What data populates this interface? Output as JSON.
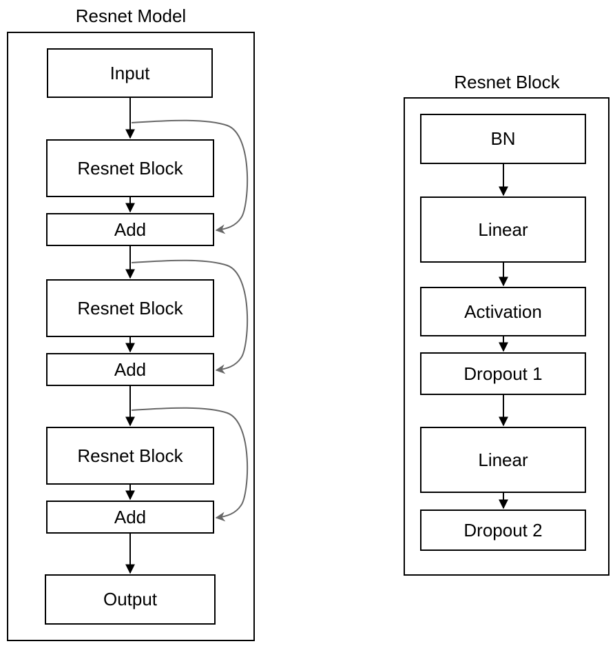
{
  "model": {
    "title": "Resnet Model",
    "nodes": {
      "input": "Input",
      "block1": "Resnet Block",
      "add1": "Add",
      "block2": "Resnet Block",
      "add2": "Add",
      "block3": "Resnet Block",
      "add3": "Add",
      "output": "Output"
    }
  },
  "block": {
    "title": "Resnet Block",
    "nodes": {
      "bn": "BN",
      "linear1": "Linear",
      "activation": "Activation",
      "dropout1": "Dropout 1",
      "linear2": "Linear",
      "dropout2": "Dropout 2"
    }
  },
  "colors": {
    "stroke": "#000000",
    "skip": "#666666"
  }
}
